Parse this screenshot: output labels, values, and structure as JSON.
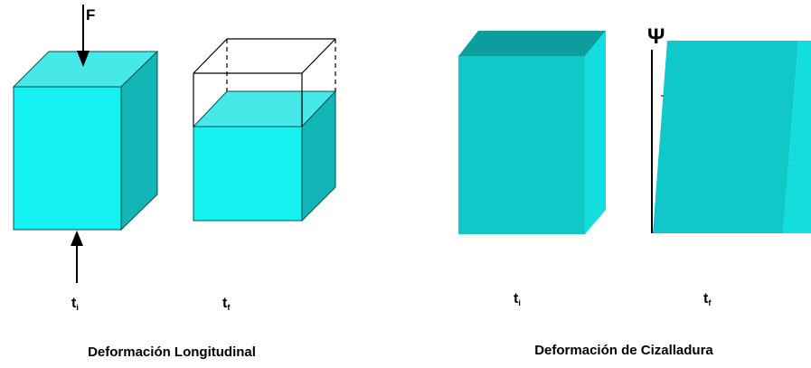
{
  "diagram": {
    "force_label": "F",
    "psi_label": "Ψ",
    "longitudinal": {
      "title": "Deformación Longitudinal",
      "initial": {
        "main": "t",
        "sub": "i"
      },
      "final": {
        "main": "t",
        "sub": "f"
      }
    },
    "shear": {
      "title": "Deformación de Cizalladura",
      "initial": {
        "main": "t",
        "sub": "i"
      },
      "final": {
        "main": "t",
        "sub": "f"
      }
    },
    "colors": {
      "cyan_front": "#14F2F2",
      "cyan_top": "#46E8E8",
      "cyan_side": "#12B6B6",
      "teal_front": "#10C8C8",
      "teal_top": "#0E9D9D",
      "teal_side": "#14DDDD"
    }
  }
}
